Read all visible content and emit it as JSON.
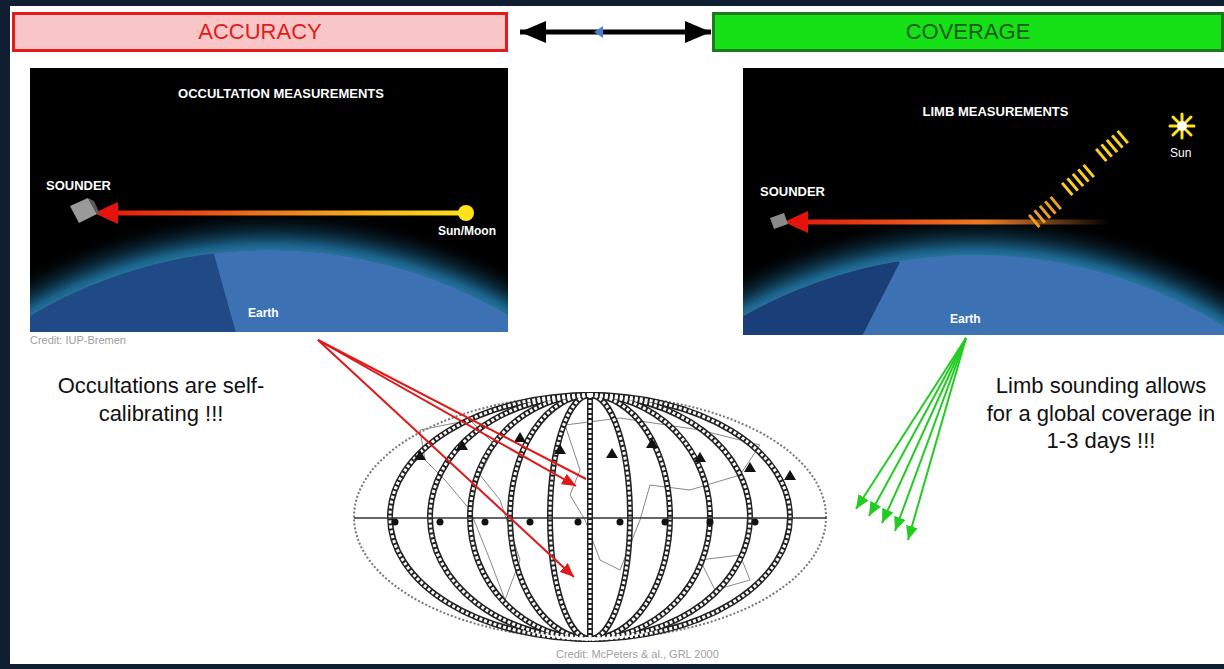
{
  "diagram": {
    "nodes": [
      {
        "text": [
          "ACCURACY"
        ]
      },
      {
        "text": [
          "COVERAGE"
        ]
      },
      {
        "text": [
          "OCCULTATION MEASUREMENTS"
        ]
      },
      {
        "text": [
          "LIMB MEASUREMENTS"
        ]
      }
    ],
    "edges": [
      {
        "from": 0,
        "to": 1,
        "arrow": "both"
      }
    ],
    "labels": [
      "SOUNDER",
      "Sun/Moon",
      "Earth",
      "Credit: IUP-Bremen",
      "SOUNDER",
      "Sun",
      "Earth",
      "Occultations are self-calibrating !!!",
      "Limb sounding allows for a global coverage in 1-3 days !!!",
      "Credit: McPeters & al., GRL 2000"
    ]
  }
}
